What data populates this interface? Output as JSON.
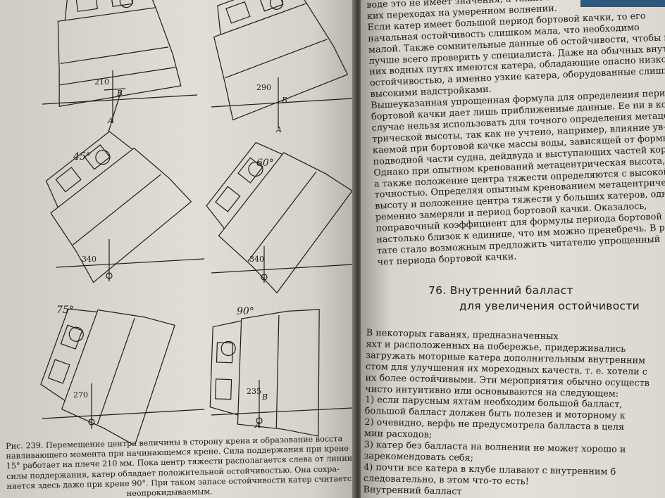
{
  "figure": {
    "angles": [
      "45°",
      "60°",
      "75°",
      "90°"
    ],
    "dimensions": [
      "210",
      "290",
      "340",
      "340",
      "270",
      "235"
    ],
    "point_labels": {
      "a": [
        "A",
        "A",
        "A"
      ],
      "b": [
        "B",
        "B",
        "B"
      ]
    }
  },
  "caption": {
    "lines": [
      "Рис. 239. Перемещение центра величины в сторону крена и образование восста",
      "навливающего момента при начинающемся крене. Сила поддержания при крене",
      "15° работает на плече 210 мм. Пока центр тяжести располагается слева от линии",
      "силы поддержания, катер обладает положительной остойчивостью. Она сохра-",
      "няется здесь даже при крене 90°. При таком запасе остойчивости катер считается",
      "неопрокидываемым."
    ]
  },
  "right_page": {
    "top_lines": [
      "воде это не имеет значения, а также не особенно опасно. На таких",
      "ких переходах на умеренном волнении.",
      "   Если катер имеет большой период бортовой качки, то его",
      "начальная остойчивость слишком мала, что необходимо",
      "малой. Также сомнительные данные об остойчивости, чтобы при",
      "лучше всего проверить у специалиста. Даже на обычных внутрен-",
      "них водных путях имеются катера, обладающие опасно низкой",
      "остойчивостью, а именно узкие катера, оборудованные слишком",
      "высокими надстройками.",
      "   Вышеуказанная упрощенная формула для определения периода",
      "бортовой качки дает лишь приближенные данные. Ее ни в коем",
      "случае нельзя использовать для точного определения метацен-",
      "трической высоты, так как не учтено, например, влияние ув-",
      "каемой при бортовой качке массы воды, зависящей от формы",
      "подводной части судна, дейдвуда и выступающих частей корпуса.",
      "Однако при опытном кренований метацентрическая высота,",
      "а также положение центра тяжести определяются с высокой",
      "точностью. Определяя опытным кренованием метацентрическую",
      "высоту и положение центра тяжести у больших катеров, одно-",
      "ременно замеряли и период бортовой качки. Оказалось,",
      "поправочный коэффициент для формулы периода бортовой ка-",
      "настолько близок к единице, что им можно пренебречь. В ре-",
      "тате стало возможным предложить читателю упрощенный",
      "чет периода бортовой качки."
    ],
    "section_number": "76.",
    "heading_line1": "Внутренний балласт",
    "heading_line2": "для увеличения остойчивости",
    "bottom_lines": [
      "        В некоторых гаванях, предназначенных",
      "яхт и расположенных на побережье, придерживались",
      "загружать моторные катера дополнительным внутренним",
      "стом для улучшения их мореходных качеств, т. е. хотели с",
      "их более остойчивыми. Эти мероприятия обычно осуществ",
      "чисто интуитивно или основываются на следующем:",
      "   1) если парусным яхтам необходим большой балласт,",
      "большой балласт должен быть полезен и моторному к",
      "   2) очевидно, верфь не предусмотрела балласта в целя",
      "мии расходов;",
      "   3) катер без балласта на волнении не может хорошо и",
      "зарекомендовать себя;",
      "   4) почти все катера в клубе плавают с внутренним б",
      "следовательно, в этом что-то есть!",
      "   Внутренний балласт"
    ]
  }
}
